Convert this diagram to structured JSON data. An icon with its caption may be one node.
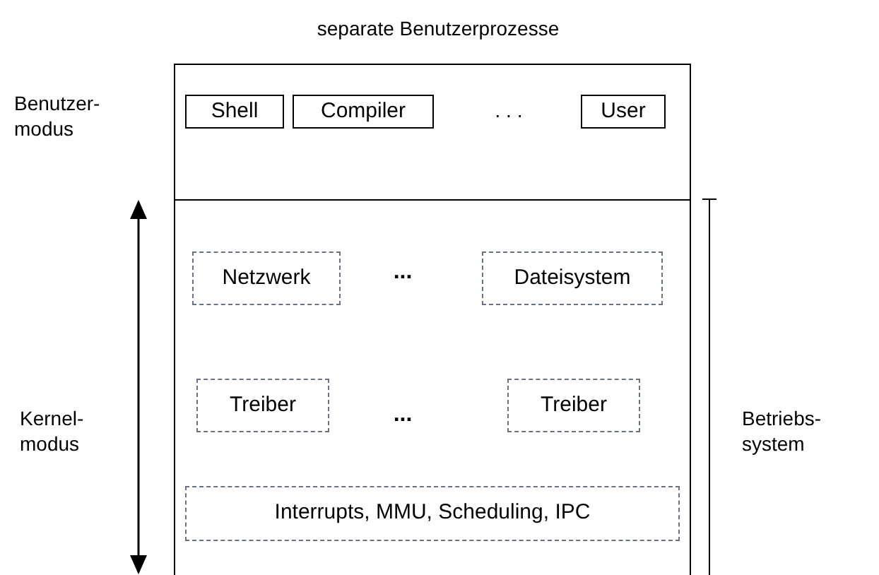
{
  "diagram": {
    "title": "separate Benutzerprozesse",
    "nodes": [
      {
        "text": [],
        "shape": "box"
      },
      {
        "text": [
          "Shell"
        ],
        "in": 0
      },
      {
        "text": [
          "Compiler"
        ],
        "in": 0
      },
      {
        "text": [
          "User"
        ],
        "in": 0
      },
      {
        "text": [],
        "shape": "box"
      },
      {
        "text": [
          "Netzwerk"
        ],
        "in": 4
      },
      {
        "text": [
          "Dateisystem"
        ],
        "in": 4
      },
      {
        "text": [
          "Treiber"
        ],
        "in": 4
      },
      {
        "text": [
          "Treiber"
        ],
        "in": 4
      },
      {
        "text": [
          "Interrupts, MMU, Scheduling, IPC"
        ],
        "in": 4
      }
    ],
    "labels": [
      "Benutzer- modus",
      ". . .",
      "...",
      "...",
      "Kernel- modus",
      "Betriebs- system"
    ]
  }
}
